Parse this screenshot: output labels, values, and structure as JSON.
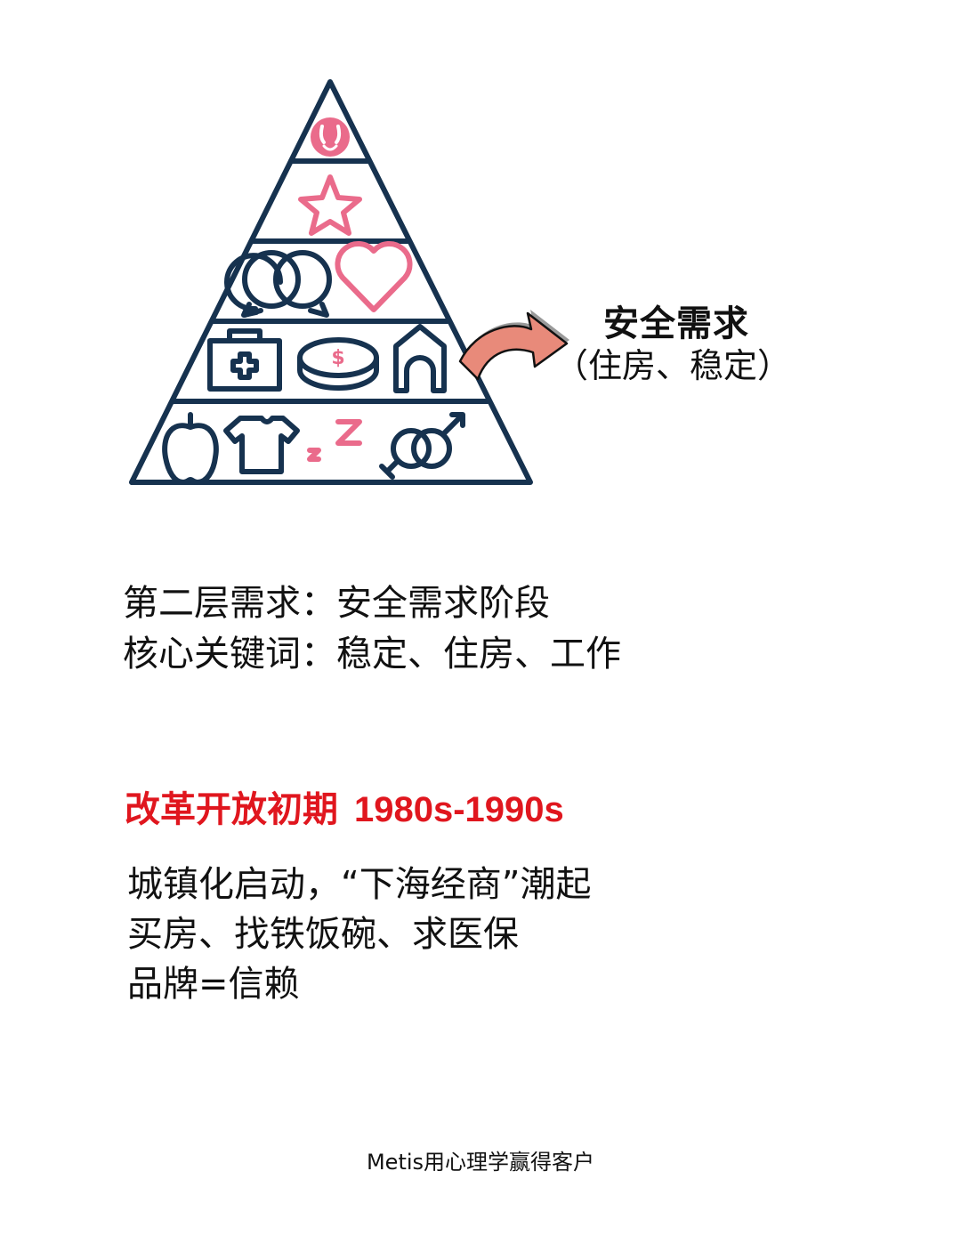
{
  "colors": {
    "navy": "#16324f",
    "pink": "#ea6b8b",
    "arrow_fill": "#e88a7a",
    "accent_red": "#e0161e",
    "text": "#111111"
  },
  "pyramid": {
    "levels": [
      {
        "level": 5,
        "icons": [
          "self-actualization-face-icon"
        ]
      },
      {
        "level": 4,
        "icons": [
          "star-icon"
        ]
      },
      {
        "level": 3,
        "icons": [
          "chat-bubbles-icon",
          "heart-icon"
        ]
      },
      {
        "level": 2,
        "icons": [
          "first-aid-kit-icon",
          "money-coin-icon",
          "house-icon"
        ],
        "highlighted": true
      },
      {
        "level": 1,
        "icons": [
          "apple-icon",
          "tshirt-icon",
          "sleep-zz-icon",
          "gender-icon"
        ]
      }
    ]
  },
  "callout": {
    "title": "安全需求",
    "subtitle": "（住房、稳定）"
  },
  "info": {
    "line1": "第二层需求：安全需求阶段",
    "line2": "核心关键词：稳定、住房、工作"
  },
  "era": {
    "title": "改革开放初期",
    "years": "1980s-1990s"
  },
  "description": {
    "lines": [
      "城镇化启动，“下海经商”潮起",
      "买房、找铁饭碗、求医保",
      "品牌=信赖"
    ]
  },
  "footer": {
    "text": "Metis用心理学赢得客户"
  }
}
